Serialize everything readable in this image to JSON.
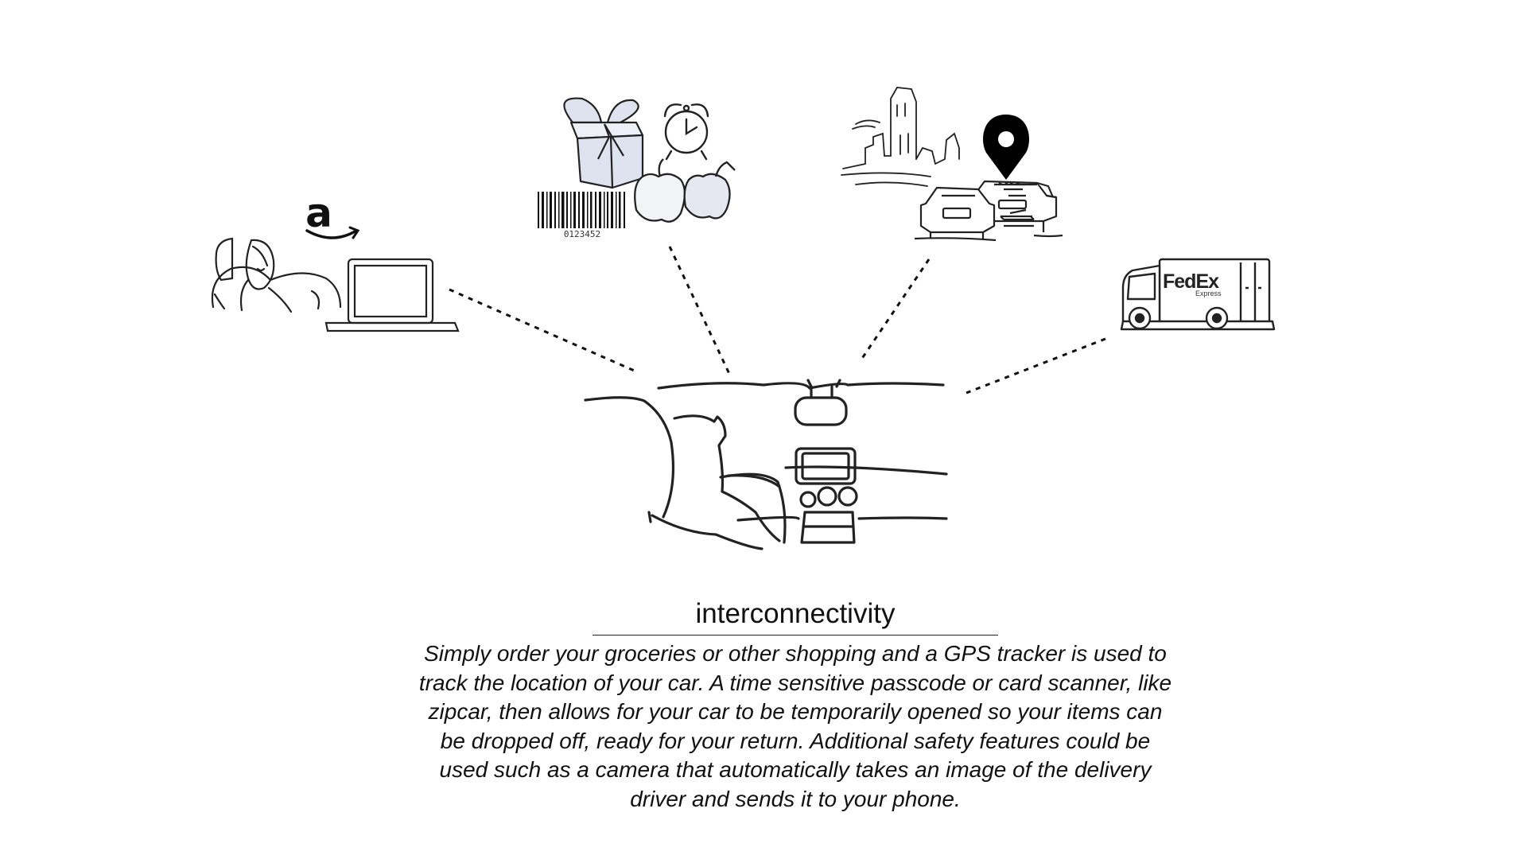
{
  "caption": {
    "title": "interconnectivity",
    "body": "Simply order your groceries or other shopping and a GPS tracker is used to track the location of your car. A time sensitive passcode or card scanner, like zipcar, then allows for your car to be temporarily opened so your items can be dropped off, ready for your return. Additional safety features could be used such as a camera that automatically takes an image of the delivery driver and sends it to your phone."
  },
  "logos": {
    "amazon_letter": "a",
    "barcode_number": "0123452",
    "fedex_main": "FedEx",
    "fedex_sub": "Express"
  },
  "icons": [
    "woman-laptop-icon",
    "amazon-logo-icon",
    "gift-box-icon",
    "alarm-clock-icon",
    "barcode-icon",
    "bell-pepper-icon",
    "city-skyline-icon",
    "map-pin-icon",
    "parked-cars-icon",
    "fedex-truck-icon",
    "car-interior-icon"
  ],
  "colors": {
    "ink": "#111111",
    "gift_fill": "#dfe3f0",
    "pin": "#000000"
  }
}
